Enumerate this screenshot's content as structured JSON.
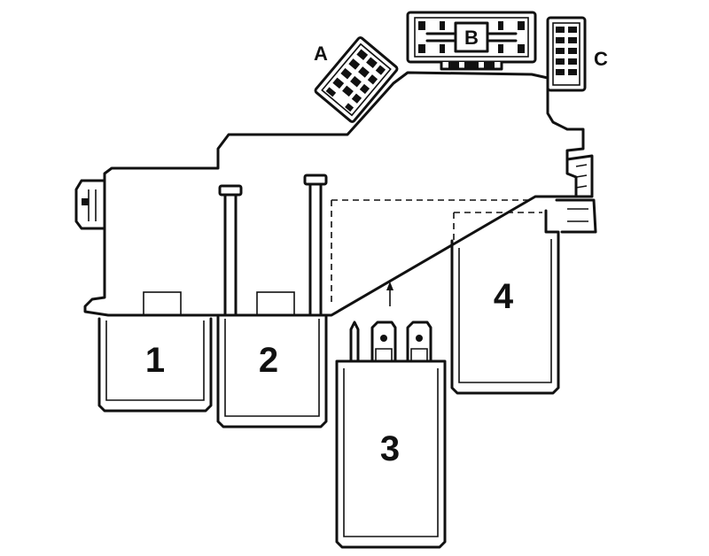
{
  "diagram": {
    "connectors": [
      {
        "id": "A",
        "label": "A"
      },
      {
        "id": "B",
        "label": "B"
      },
      {
        "id": "C",
        "label": "C"
      }
    ],
    "relays": [
      {
        "id": "1",
        "label": "1"
      },
      {
        "id": "2",
        "label": "2"
      },
      {
        "id": "3",
        "label": "3"
      },
      {
        "id": "4",
        "label": "4"
      }
    ],
    "colors": {
      "line": "#111111",
      "background": "#ffffff"
    }
  }
}
